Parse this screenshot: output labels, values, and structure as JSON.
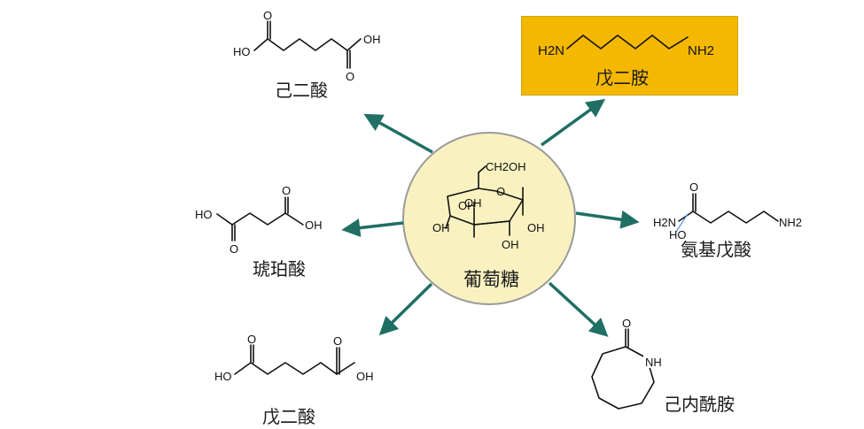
{
  "center": {
    "label": "葡萄糖",
    "fill": "#f9f2c0",
    "stroke": "#9a9a9a"
  },
  "products": [
    {
      "id": "adipic",
      "label": "己二酸"
    },
    {
      "id": "cadaverine",
      "label": "戊二胺",
      "highlight": "#f5b800"
    },
    {
      "id": "succinic",
      "label": "琥珀酸"
    },
    {
      "id": "aminovaleric",
      "label": "氨基戊酸"
    },
    {
      "id": "glutaric",
      "label": "戊二酸"
    },
    {
      "id": "caprolactam",
      "label": "己内酰胺"
    }
  ],
  "atoms": {
    "ho": "HO",
    "oh": "OH",
    "o": "O",
    "h2n": "H2N",
    "nh2": "NH2",
    "nh": "NH",
    "ch2oh": "CH2OH"
  },
  "colors": {
    "arrow": "#1f6f63",
    "bond": "#111111"
  }
}
